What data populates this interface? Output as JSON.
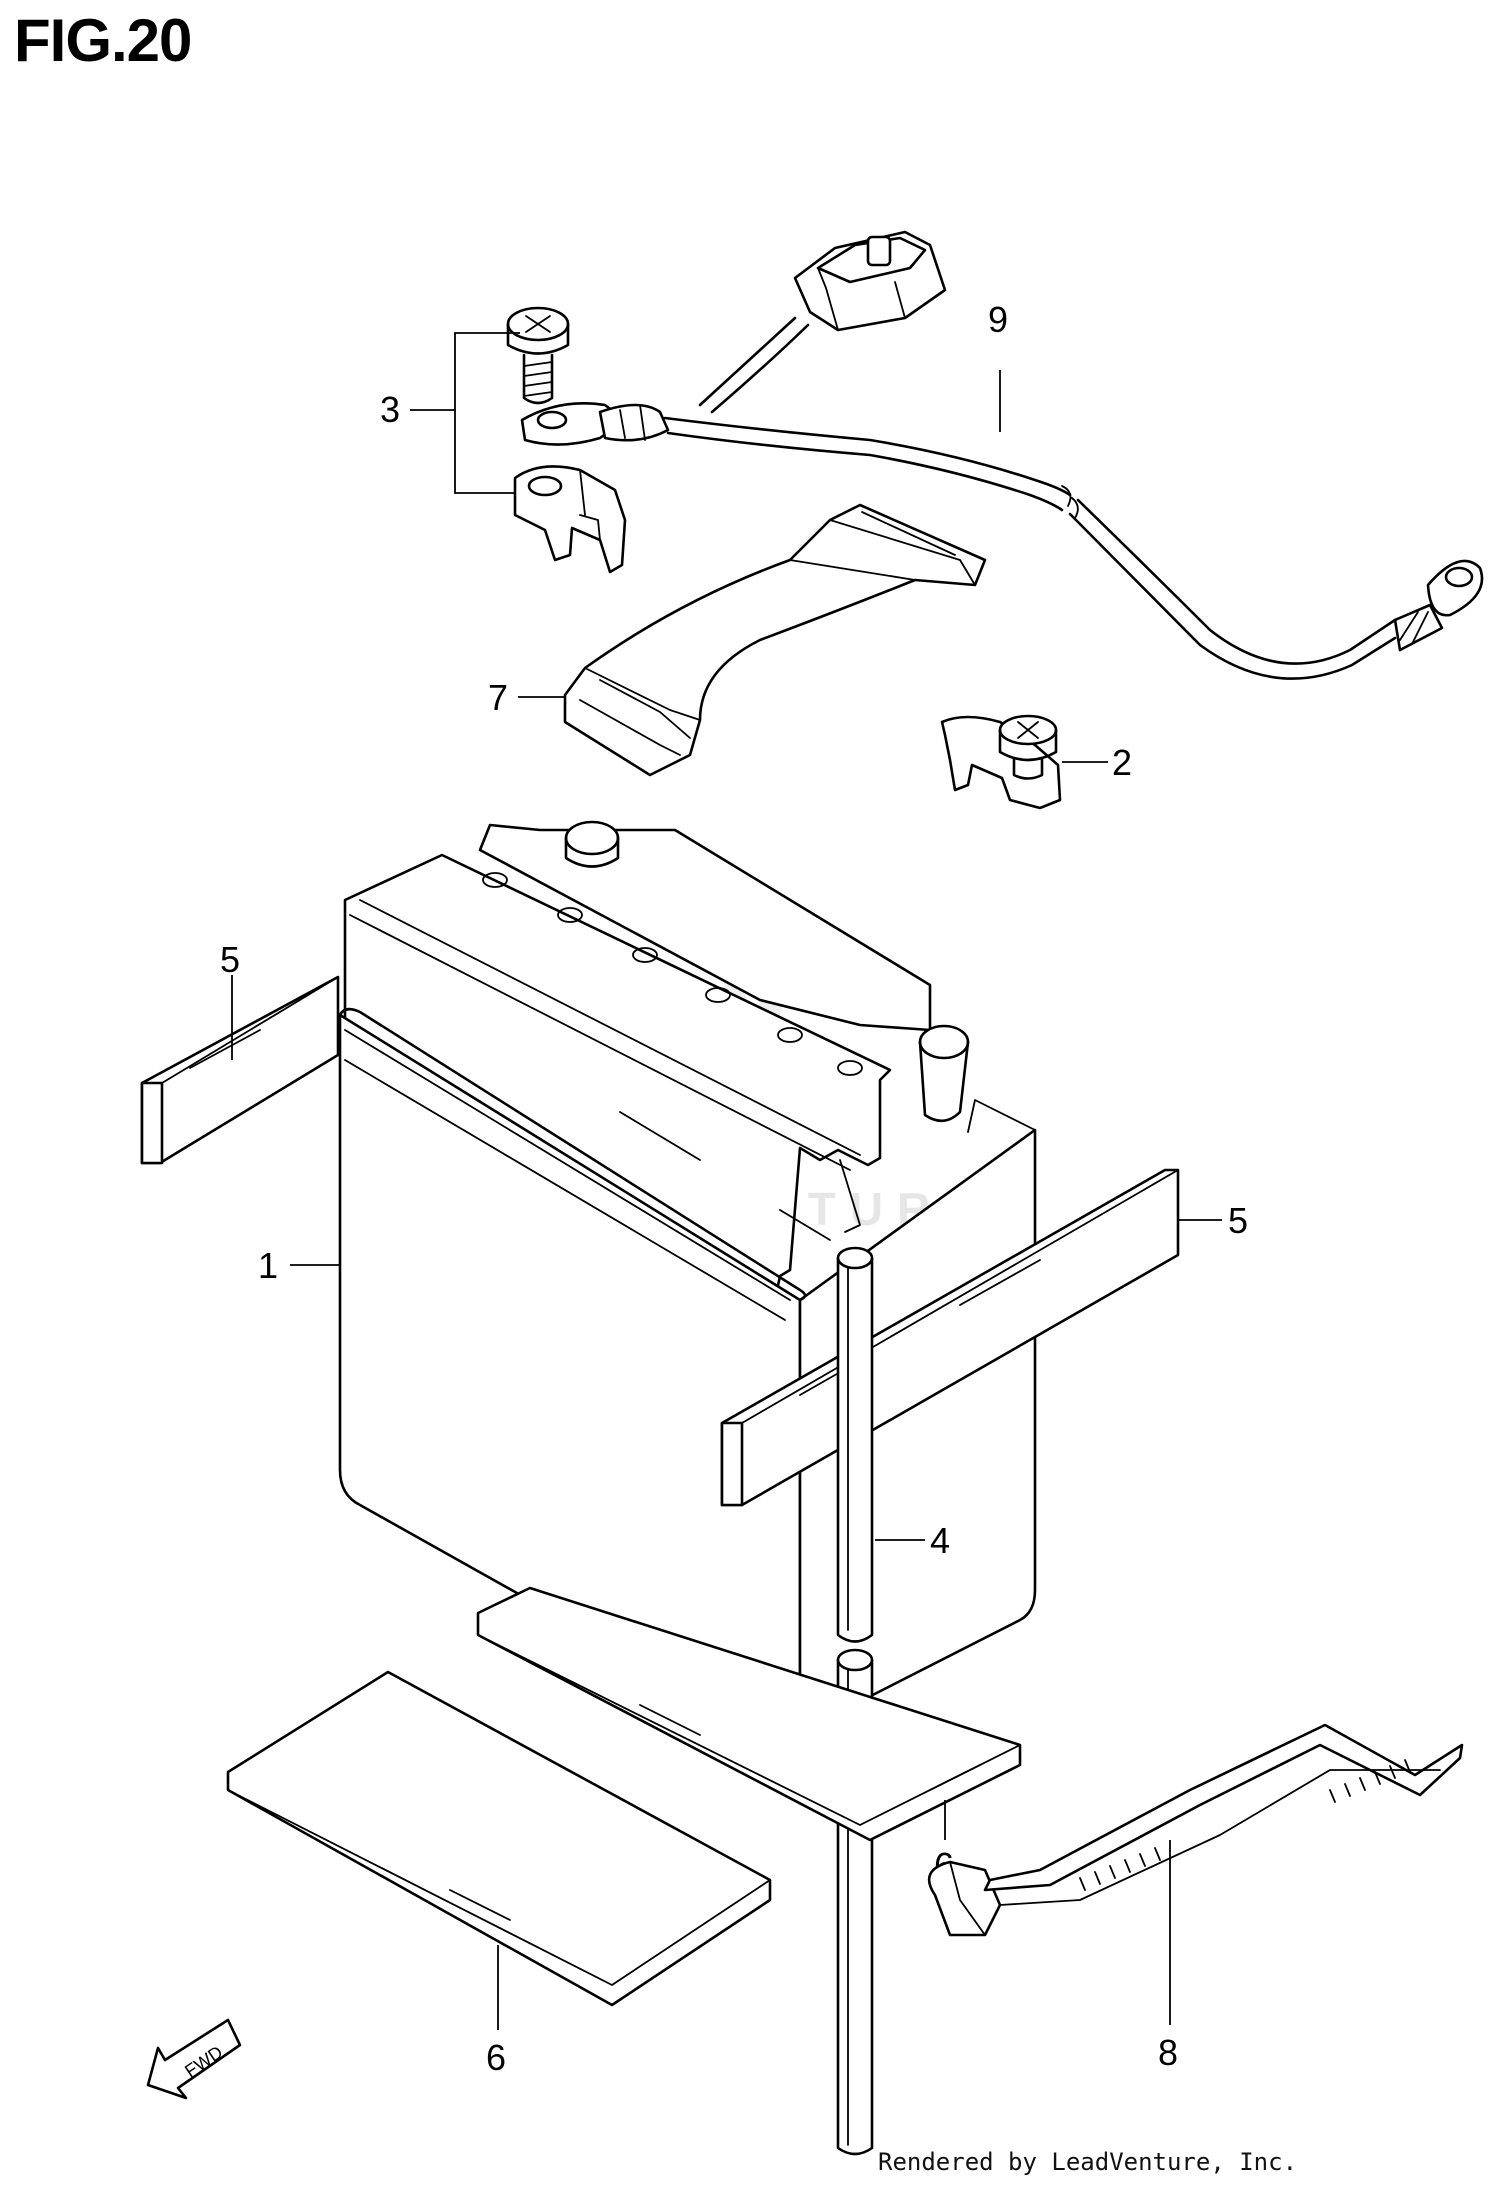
{
  "figure": {
    "title": "FIG.20",
    "watermark": "LEADVENTURE",
    "footer": "Rendered by LeadVenture, Inc.",
    "fwd_label": "FWD"
  },
  "callouts": [
    {
      "id": "1",
      "label": "1"
    },
    {
      "id": "2",
      "label": "2"
    },
    {
      "id": "3",
      "label": "3"
    },
    {
      "id": "4",
      "label": "4"
    },
    {
      "id": "5a",
      "label": "5"
    },
    {
      "id": "5b",
      "label": "5"
    },
    {
      "id": "6a",
      "label": "6"
    },
    {
      "id": "6b",
      "label": "6"
    },
    {
      "id": "7",
      "label": "7"
    },
    {
      "id": "8",
      "label": "8"
    },
    {
      "id": "9",
      "label": "9"
    }
  ]
}
